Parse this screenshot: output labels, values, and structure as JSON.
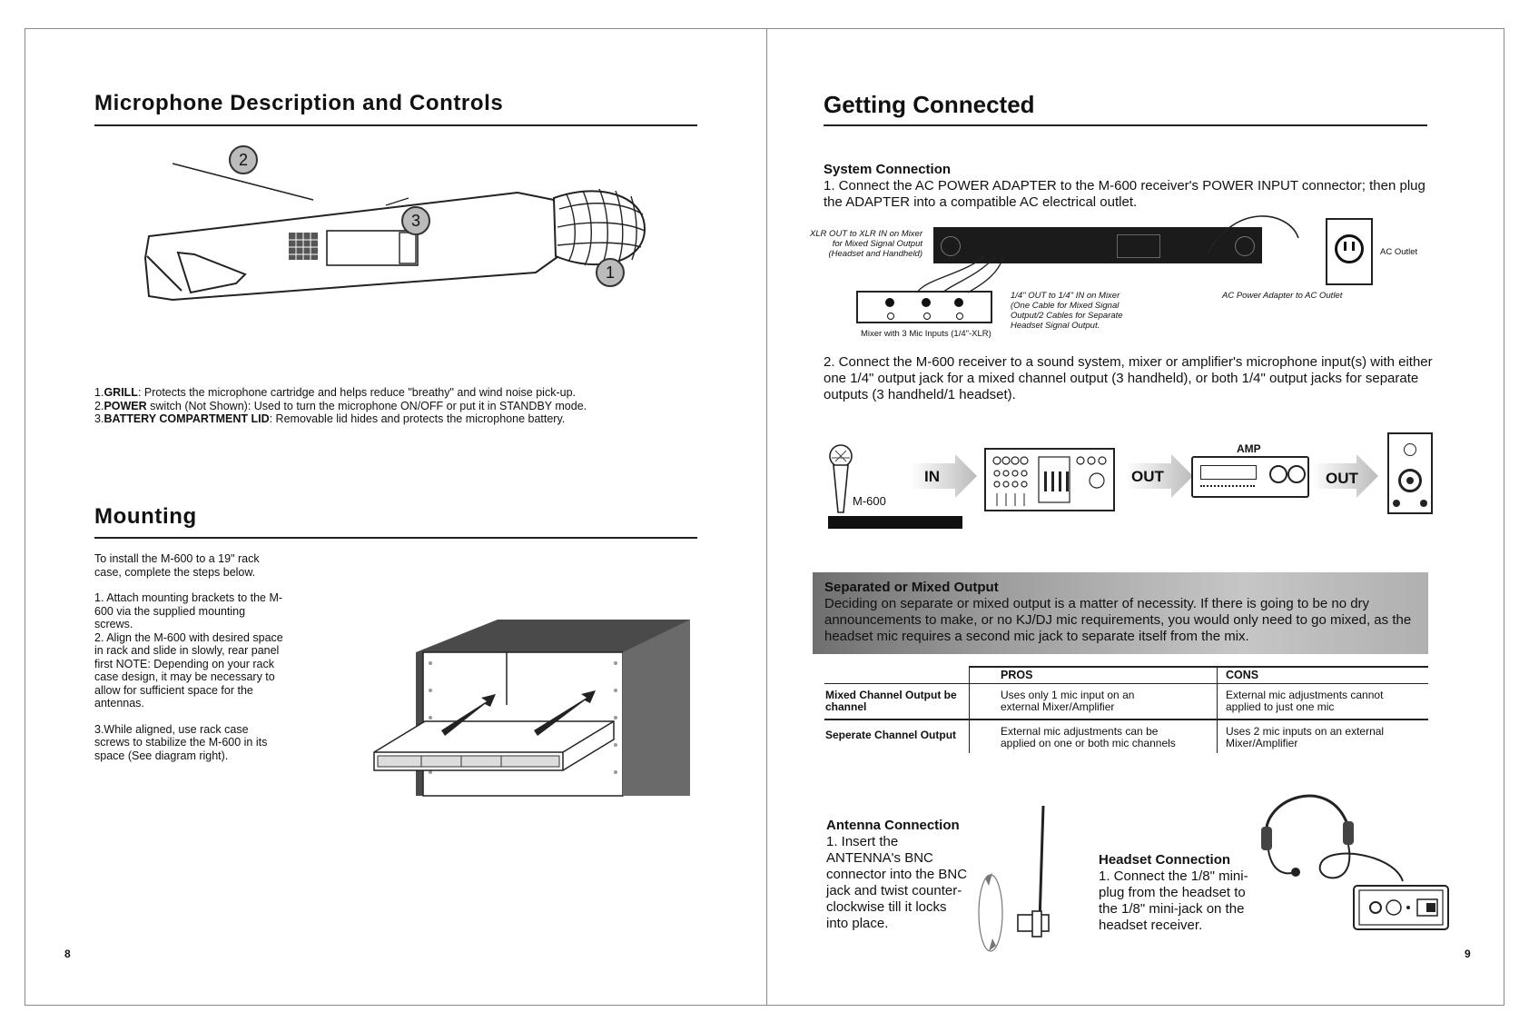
{
  "left": {
    "title": "Microphone Description and Controls",
    "callouts": [
      "1",
      "2",
      "3"
    ],
    "controls": [
      {
        "num": "1.",
        "name": "GRILL",
        "text": ": Protects the microphone cartridge and helps reduce \"breathy\" and wind noise pick-up."
      },
      {
        "num": "2.",
        "name": "POWER",
        "text": " switch (Not Shown): Used to turn the microphone ON/OFF or put it in STANDBY mode."
      },
      {
        "num": "3.",
        "name": "BATTERY COMPARTMENT LID",
        "text": ": Removable lid hides and protects the microphone battery."
      }
    ],
    "mounting_title": "Mounting",
    "mounting_text": [
      "To install the    M-600  to a 19\" rack case, complete the steps below.",
      "1. Attach mounting brackets to the M-600  via the supplied mounting screws.",
      "2. Align the  M-600     with desired space in rack and slide in slowly, rear panel first NOTE: Depending on your rack case design, it may be necessary to allow for sufficient space for the antennas.",
      "3.While aligned, use rack case screws to stabilize the  M-600     in its space (See diagram right)."
    ],
    "page_number": "8"
  },
  "right": {
    "title": "Getting Connected",
    "system_connection_title": "System Connection",
    "step1": "1. Connect the AC POWER ADAPTER to the M-600       receiver's POWER INPUT connector; then plug the ADAPTER into a compatible AC electrical outlet.",
    "diagram1": {
      "xlr_label": "XLR OUT to XLR IN on Mixer for Mixed Signal Output (Headset and Handheld)",
      "quarter_label": "1/4\" OUT to 1/4\" IN on Mixer (One Cable for Mixed Signal Output/2 Cables for Separate Headset Signal Output.",
      "mixer_label": "Mixer with 3 Mic Inputs (1/4\"-XLR)",
      "adapter_label": "AC Power Adapter to AC Outlet",
      "outlet_label": "AC Outlet"
    },
    "step2": "2. Connect the M-600        receiver to a sound system, mixer or amplifier's microphone input(s) with either one 1/4\" output jack for a mixed channel output (3 handheld), or both 1/4\" output jacks for separate outputs (3 handheld/1 headset).",
    "signal_chain": {
      "mic_label": "M-600",
      "in_label": "IN",
      "out1_label": "OUT",
      "amp_label": "AMP",
      "out2_label": "OUT"
    },
    "separated": {
      "title": "Separated or Mixed Output",
      "text": "Deciding on separate or mixed output is a matter of necessity. If there is going to be no dry announcements to make, or no KJ/DJ mic requirements, you would only need to go mixed, as the headset mic requires a second mic jack to separate itself from the mix."
    },
    "table": {
      "headers": [
        "",
        "PROS",
        "CONS"
      ],
      "rows": [
        [
          "Mixed Channel Output be channel",
          "Uses only 1 mic input on an external Mixer/Amplifier",
          "External mic adjustments cannot applied to just one mic"
        ],
        [
          "Seperate Channel Output",
          "External mic adjustments can be applied on one or both mic channels",
          "Uses 2 mic inputs on an external Mixer/Amplifier"
        ]
      ]
    },
    "antenna": {
      "title": "Antenna Connection",
      "text": "1. Insert the ANTENNA's BNC connector into the BNC jack and twist counter-clockwise till it locks into place."
    },
    "headset": {
      "title": "Headset Connection",
      "text": "1. Connect the 1/8\" mini-plug from the headset to the 1/8\" mini-jack on the headset receiver."
    },
    "page_number": "9"
  }
}
